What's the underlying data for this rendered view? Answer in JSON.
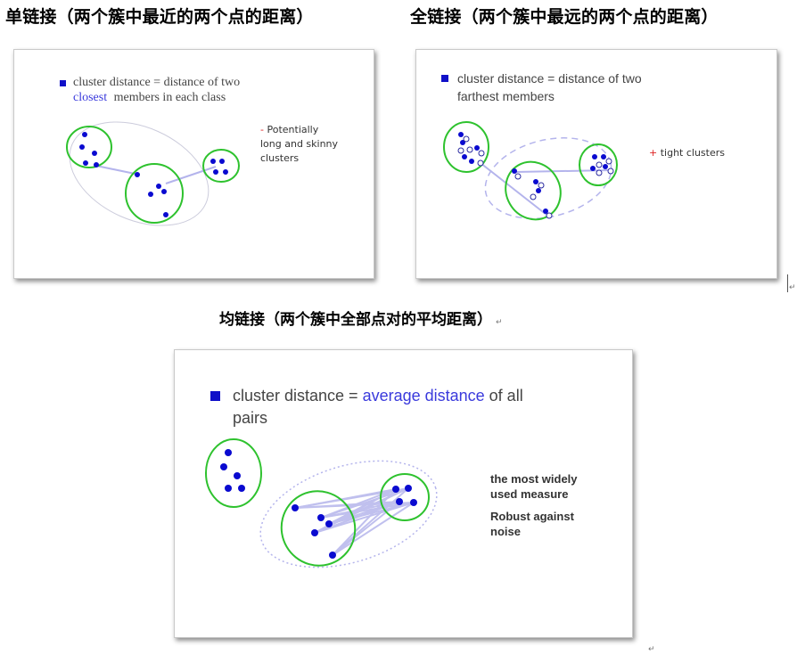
{
  "headings": {
    "single": "单链接（两个簇中最近的两个点的距离）",
    "complete": "全链接（两个簇中最远的两个点的距离）",
    "average": "均链接（两个簇中全部点对的平均距离）",
    "paragraph_mark": "↵"
  },
  "single_slide": {
    "line1": "cluster distance = distance of two",
    "line2_highlight": "closest",
    "line2_rest": "members in each class",
    "note_sign": "-",
    "note_line1": "Potentially",
    "note_line2": "long and skinny",
    "note_line3": "clusters"
  },
  "complete_slide": {
    "line1": "cluster distance = distance of two",
    "line2": "farthest members",
    "note_sign": "+",
    "note_text": "tight clusters"
  },
  "average_slide": {
    "line1_prefix": "cluster distance = ",
    "line1_highlight": "average distance",
    "line1_suffix": " of all",
    "line2": "pairs",
    "note1_line1": "the most widely",
    "note1_line2": "used measure",
    "note2_line1": "Robust against",
    "note2_line2": "noise"
  },
  "colors": {
    "dot": "#0a0ad0",
    "cluster_outline": "#2ec22e",
    "link": "#b4b4ec",
    "highlight_text": "#3a3adc",
    "minus_sign": "#dd2222",
    "plus_sign": "#dd2222"
  }
}
